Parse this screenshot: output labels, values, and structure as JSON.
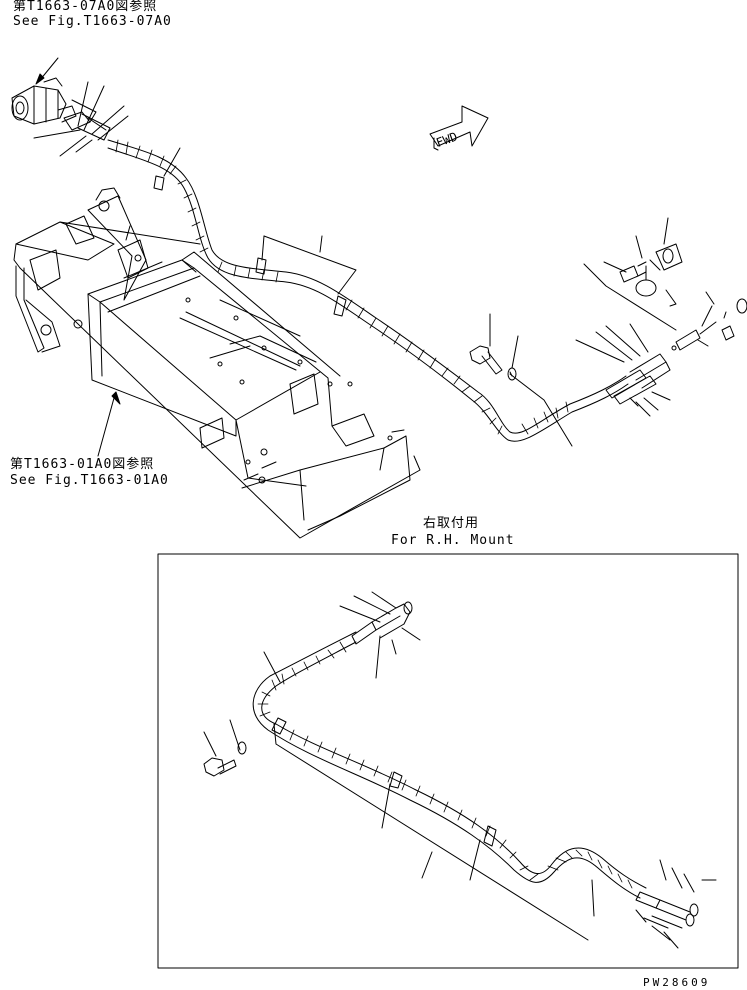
{
  "refs": {
    "top_left_jp": "第T1663-07A0図参照",
    "top_left_en": "See Fig.T1663-07A0",
    "mid_left_jp": "第T1663-01A0図参照",
    "mid_left_en": "See Fig.T1663-01A0"
  },
  "arrow": {
    "label": "FWD"
  },
  "inset": {
    "title_jp": "右取付用",
    "title_en": "For R.H. Mount"
  },
  "drawing_number": "PW28609"
}
